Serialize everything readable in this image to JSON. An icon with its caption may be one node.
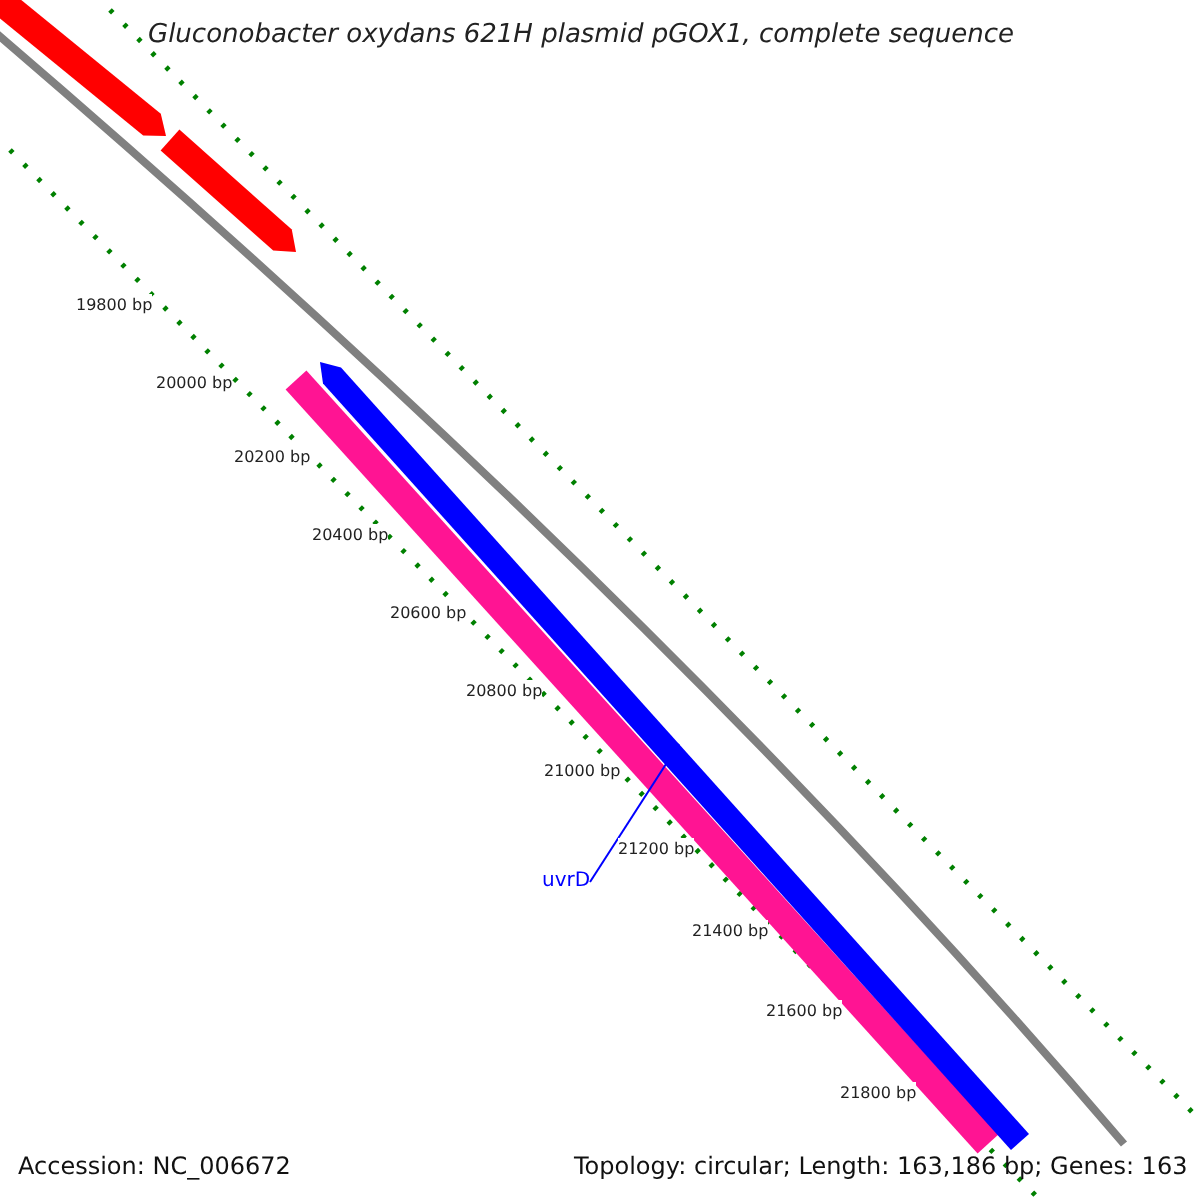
{
  "diagram": {
    "title": "Gluconobacter oxydans 621H plasmid pGOX1, complete sequence",
    "nodes": [
      {
        "text": [
          "uvrD"
        ]
      },
      {
        "text": [],
        "shape": "bar"
      }
    ],
    "edges": [
      {
        "from": 0,
        "to": 1,
        "arrow": "none"
      }
    ],
    "labels": [
      "19800 bp",
      "20000 bp",
      "20200 bp",
      "20400 bp",
      "20600 bp",
      "20800 bp",
      "21000 bp",
      "21200 bp",
      "21400 bp",
      "21600 bp",
      "21800 bp",
      "Accession: NC_006672",
      "Topology: circular; Length: 163,186 bp; Genes: 163"
    ]
  }
}
